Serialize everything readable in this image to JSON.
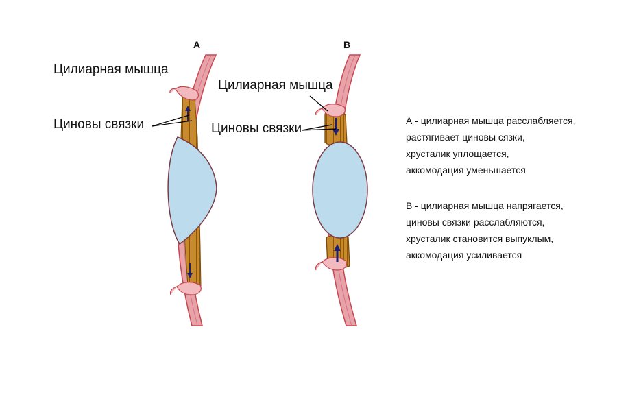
{
  "panel_a": {
    "letter": "A",
    "muscle_label": "Цилиарная мышца",
    "ligaments_label": "Циновы связки"
  },
  "panel_b": {
    "letter": "B",
    "muscle_label": "Цилиарная мышца",
    "ligaments_label": "Циновы связки"
  },
  "caption": {
    "a": [
      "А -   цилиарная мышца расслабляется,",
      "растягивает циновы сязки,",
      "хрусталик уплощается,",
      "аккомодация уменьшается"
    ],
    "b": [
      "В -  цилиарная мышца напрягается,",
      "циновы связки расслабляются,",
      "хрусталик становится выпуклым,",
      "аккомодация усиливается"
    ]
  },
  "colors": {
    "sclera": "#e7a3a9",
    "sclera_stroke": "#c6474f",
    "muscle": "#f2b9bf",
    "zonule": "#c98a2a",
    "zonule_stroke": "#7a4a10",
    "lens": "#bcdcee",
    "lens_stroke": "#7a3b46",
    "arrow": "#1f1f6e"
  }
}
